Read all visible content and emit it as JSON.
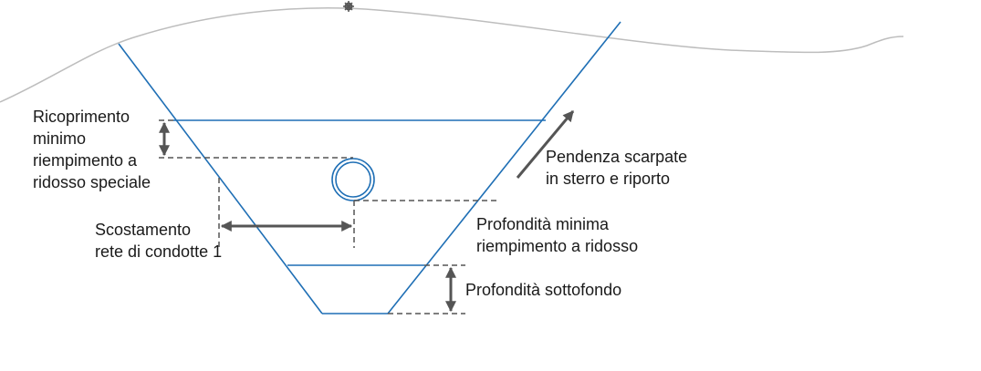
{
  "labels": {
    "min_cover": "Ricoprimento\nminimo\nriempimento a\nridosso speciale",
    "offset": "Scostamento\nrete di condotte 1",
    "slope": "Pendenza scarpate\nin sterro e riporto",
    "min_depth": "Profondità minima\nriempimento a ridosso",
    "bedding": "Profondità sottofondo"
  },
  "colors": {
    "trench": "#1f6fb5",
    "ground": "#bdbdbd",
    "dim": "#555555"
  },
  "icons": {
    "ground_marker": "gear-icon"
  }
}
